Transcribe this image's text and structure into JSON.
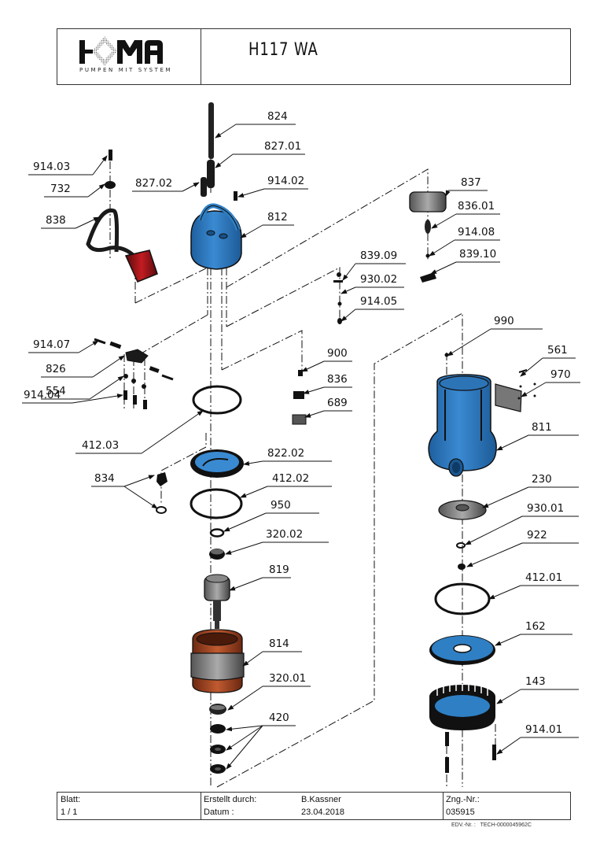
{
  "header": {
    "brand": "HOMA",
    "brand_tagline": "PUMPEN MIT SYSTEM",
    "title": "H117 WA"
  },
  "footer": {
    "sheet_label": "Blatt:",
    "sheet_value": "1 / 1",
    "created_by_label": "Erstellt durch:",
    "created_by_value": "B.Kassner",
    "date_label": "Datum :",
    "date_value": "23.04.2018",
    "drawing_no_label": "Zng.-Nr.:",
    "drawing_no_value": "035915",
    "edv_label": "EDV.-Nr. :",
    "edv_value": "TECH-0000045962C"
  },
  "colors": {
    "part_blue": "#2f7fc4",
    "part_red": "#a3161c",
    "part_copper": "#b04a25",
    "part_grey": "#8a8a8a",
    "line": "#111111"
  },
  "parts": [
    {
      "id": "824",
      "label": "824"
    },
    {
      "id": "827.01",
      "label": "827.01"
    },
    {
      "id": "914.03",
      "label": "914.03"
    },
    {
      "id": "732",
      "label": "732"
    },
    {
      "id": "827.02",
      "label": "827.02"
    },
    {
      "id": "914.02",
      "label": "914.02"
    },
    {
      "id": "838",
      "label": "838"
    },
    {
      "id": "812",
      "label": "812"
    },
    {
      "id": "837",
      "label": "837"
    },
    {
      "id": "836.01",
      "label": "836.01"
    },
    {
      "id": "914.08",
      "label": "914.08"
    },
    {
      "id": "839.10",
      "label": "839.10"
    },
    {
      "id": "839.09",
      "label": "839.09"
    },
    {
      "id": "930.02",
      "label": "930.02"
    },
    {
      "id": "914.05",
      "label": "914.05"
    },
    {
      "id": "990",
      "label": "990"
    },
    {
      "id": "914.07",
      "label": "914.07"
    },
    {
      "id": "826",
      "label": "826"
    },
    {
      "id": "554",
      "label": "554"
    },
    {
      "id": "914.04",
      "label": "914.04"
    },
    {
      "id": "900",
      "label": "900"
    },
    {
      "id": "836",
      "label": "836"
    },
    {
      "id": "689",
      "label": "689"
    },
    {
      "id": "561",
      "label": "561"
    },
    {
      "id": "970",
      "label": "970"
    },
    {
      "id": "412.03",
      "label": "412.03"
    },
    {
      "id": "811",
      "label": "811"
    },
    {
      "id": "822.02",
      "label": "822.02"
    },
    {
      "id": "834",
      "label": "834"
    },
    {
      "id": "412.02",
      "label": "412.02"
    },
    {
      "id": "230",
      "label": "230"
    },
    {
      "id": "950",
      "label": "950"
    },
    {
      "id": "930.01",
      "label": "930.01"
    },
    {
      "id": "320.02",
      "label": "320.02"
    },
    {
      "id": "922",
      "label": "922"
    },
    {
      "id": "819",
      "label": "819"
    },
    {
      "id": "412.01",
      "label": "412.01"
    },
    {
      "id": "162",
      "label": "162"
    },
    {
      "id": "814",
      "label": "814"
    },
    {
      "id": "320.01",
      "label": "320.01"
    },
    {
      "id": "143",
      "label": "143"
    },
    {
      "id": "420",
      "label": "420"
    },
    {
      "id": "914.01",
      "label": "914.01"
    }
  ]
}
